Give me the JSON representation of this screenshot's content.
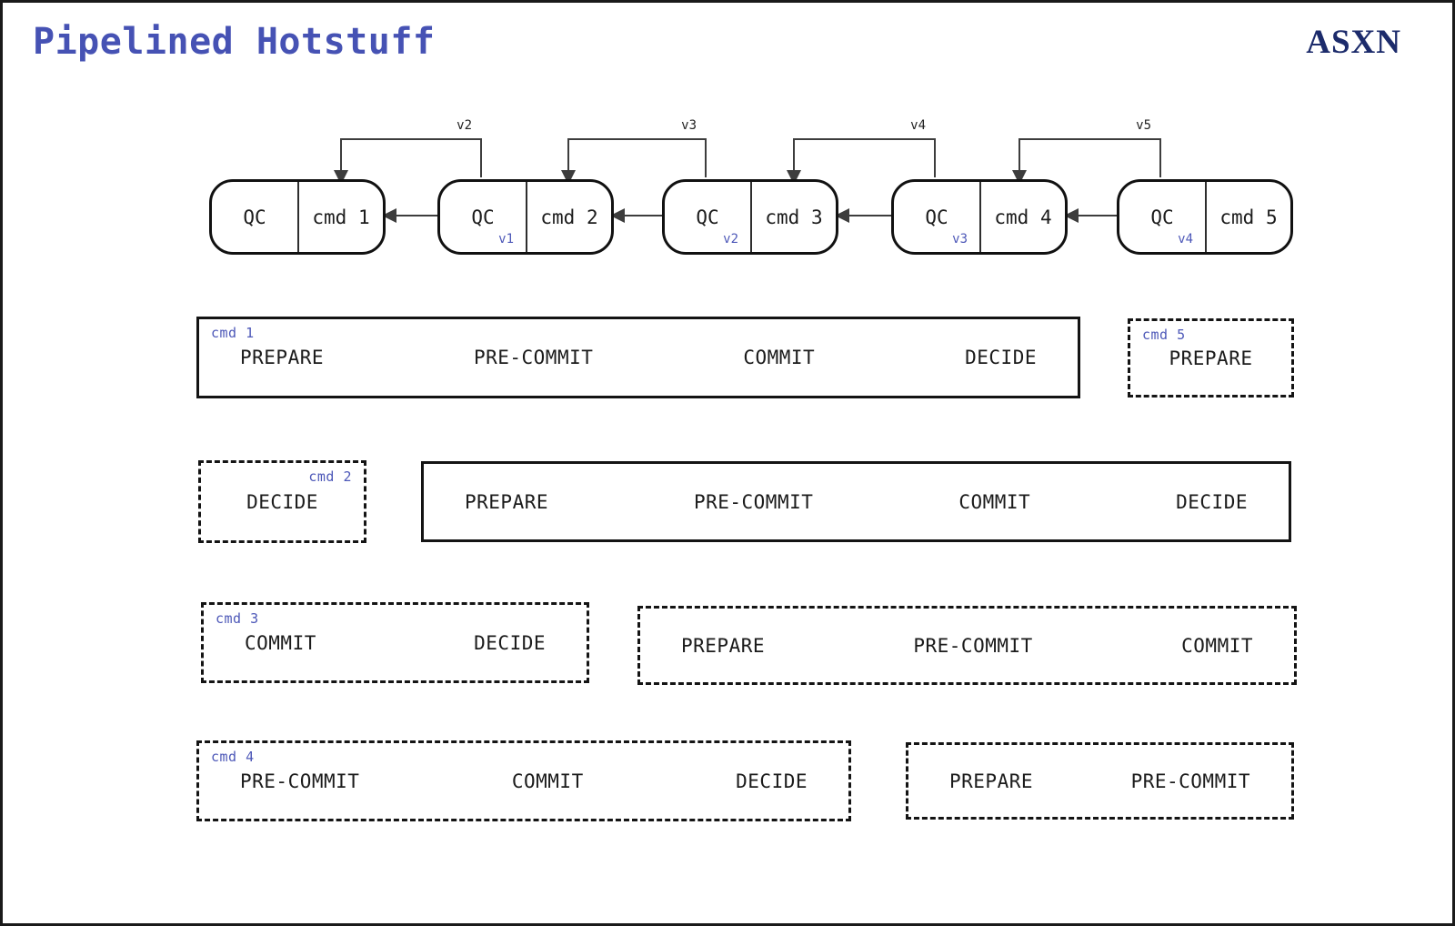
{
  "header": {
    "title": "Pipelined Hotstuff",
    "logo": "ASXN"
  },
  "colors": {
    "accent_blue": "#4652b4",
    "small_label_blue": "#4d58b8",
    "logo_navy": "#1c2b6b",
    "line": "#3d3d3d",
    "border": "#141414"
  },
  "chain": {
    "blocks": [
      {
        "qc": "QC",
        "cmd": "cmd 1",
        "view": ""
      },
      {
        "qc": "QC",
        "cmd": "cmd 2",
        "view": "v1"
      },
      {
        "qc": "QC",
        "cmd": "cmd 3",
        "view": "v2"
      },
      {
        "qc": "QC",
        "cmd": "cmd 4",
        "view": "v3"
      },
      {
        "qc": "QC",
        "cmd": "cmd 5",
        "view": "v4"
      }
    ],
    "arcs": [
      {
        "label": "v2"
      },
      {
        "label": "v3"
      },
      {
        "label": "v4"
      },
      {
        "label": "v5"
      }
    ]
  },
  "phase_rows": [
    {
      "label": "cmd 1",
      "phases": [
        "PREPARE",
        "PRE-COMMIT",
        "COMMIT",
        "DECIDE"
      ]
    },
    {
      "label": "cmd 5",
      "phases": [
        "PREPARE"
      ]
    },
    {
      "label": "cmd 2",
      "phases": [
        "DECIDE"
      ]
    },
    {
      "label": "",
      "phases": [
        "PREPARE",
        "PRE-COMMIT",
        "COMMIT",
        "DECIDE"
      ]
    },
    {
      "label": "cmd 3",
      "phases": [
        "COMMIT",
        "DECIDE"
      ]
    },
    {
      "label": "",
      "phases": [
        "PREPARE",
        "PRE-COMMIT",
        "COMMIT"
      ]
    },
    {
      "label": "cmd 4",
      "phases": [
        "PRE-COMMIT",
        "COMMIT",
        "DECIDE"
      ]
    },
    {
      "label": "",
      "phases": [
        "PREPARE",
        "PRE-COMMIT"
      ]
    }
  ]
}
